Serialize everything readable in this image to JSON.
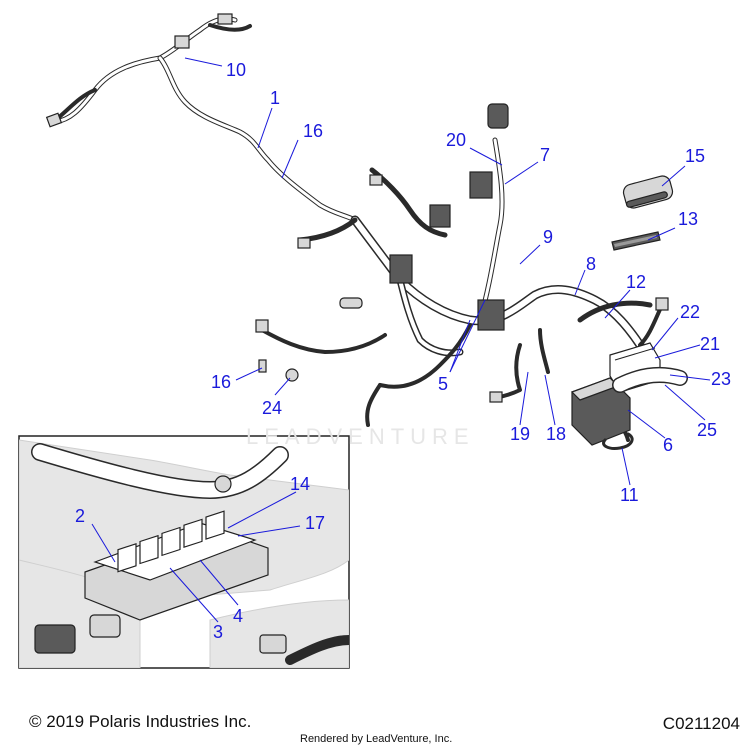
{
  "callouts": {
    "c1": "1",
    "c2": "2",
    "c3": "3",
    "c4": "4",
    "c5": "5",
    "c6": "6",
    "c7": "7",
    "c8": "8",
    "c9": "9",
    "c10": "10",
    "c11": "11",
    "c12": "12",
    "c13": "13",
    "c14": "14",
    "c15": "15",
    "c16a": "16",
    "c16b": "16",
    "c17": "17",
    "c18": "18",
    "c19": "19",
    "c20": "20",
    "c21": "21",
    "c22": "22",
    "c23": "23",
    "c24": "24",
    "c25": "25"
  },
  "footer": {
    "copyright": "© 2019 Polaris Industries Inc.",
    "rendered_by": "Rendered by LeadVenture, Inc.",
    "diagram_code": "C0211204"
  },
  "watermark": "LEADVENTURE",
  "colors": {
    "callout": "#1a1adb",
    "line": "#2a2a2a",
    "inset_bg": "#e8e8e8"
  }
}
